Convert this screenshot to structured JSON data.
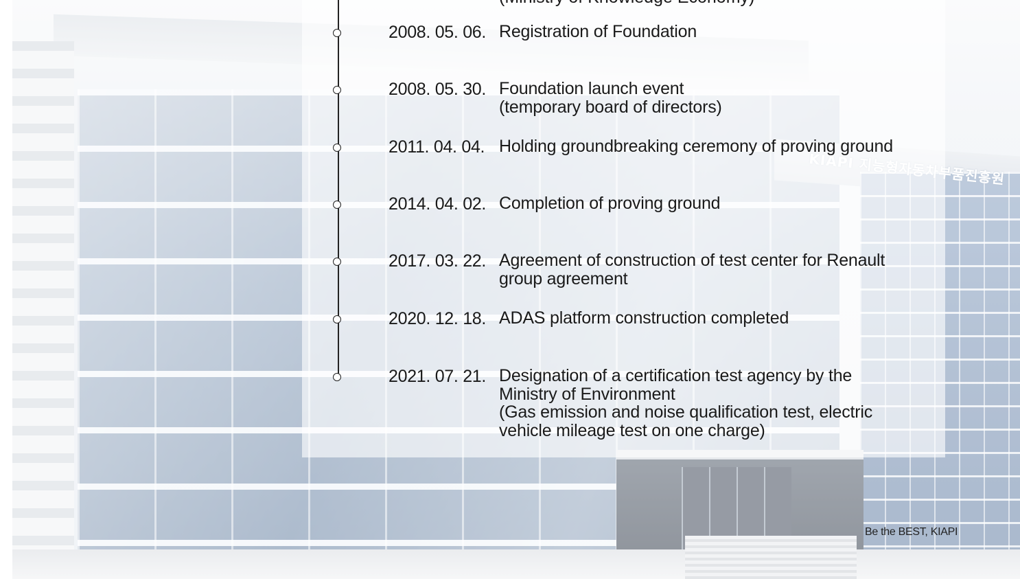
{
  "clipped_text": "(Ministry of Knowledge Economy)",
  "timeline": [
    {
      "date": "2008. 05. 06.",
      "lines": [
        "Registration of Foundation"
      ]
    },
    {
      "date": "2008. 05. 30.",
      "lines": [
        "Foundation launch event",
        "(temporary board of directors)"
      ]
    },
    {
      "date": "2011. 04. 04.",
      "lines": [
        "Holding groundbreaking ceremony of proving ground"
      ]
    },
    {
      "date": "2014. 04. 02.",
      "lines": [
        "Completion of proving ground"
      ]
    },
    {
      "date": "2017. 03. 22.",
      "lines": [
        "Agreement of construction of test center for Renault",
        "group agreement"
      ]
    },
    {
      "date": "2020. 12. 18.",
      "lines": [
        "ADAS platform construction completed"
      ]
    },
    {
      "date": "2021. 07. 21.",
      "lines": [
        "Designation of a certification test agency by the",
        "Ministry of Environment",
        "(Gas emission and noise qualification test, electric",
        " vehicle mileage test on one charge)"
      ]
    }
  ],
  "building_sign": "KIAPI 지능형자동차부품진흥원",
  "tagline": "Be the BEST, KIAPI"
}
